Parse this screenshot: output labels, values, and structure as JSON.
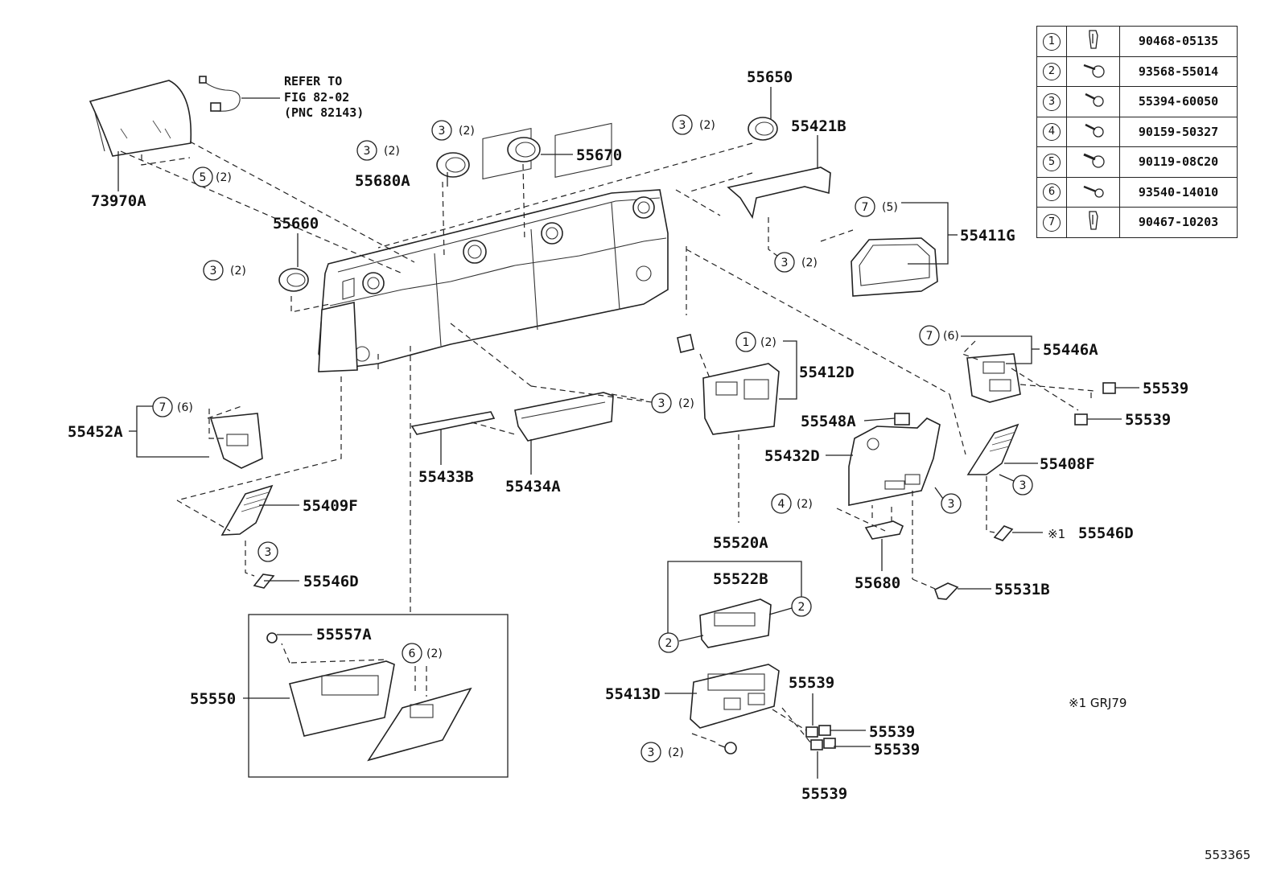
{
  "legend": [
    {
      "num": "1",
      "part": "90468-05135",
      "icon": "clip-icon"
    },
    {
      "num": "2",
      "part": "93568-55014",
      "icon": "screw-icon"
    },
    {
      "num": "3",
      "part": "55394-60050",
      "icon": "screw-icon"
    },
    {
      "num": "4",
      "part": "90159-50327",
      "icon": "screw-icon"
    },
    {
      "num": "5",
      "part": "90119-08C20",
      "icon": "bolt-icon"
    },
    {
      "num": "6",
      "part": "93540-14010",
      "icon": "screw-icon"
    },
    {
      "num": "7",
      "part": "90467-10203",
      "icon": "clip-icon"
    }
  ],
  "refer_note": {
    "line1": "REFER TO",
    "line2": "FIG 82-02",
    "line3": "(PNC 82143)"
  },
  "parts": {
    "p73970A": "73970A",
    "p55650": "55650",
    "p55670": "55670",
    "p55680A": "55680A",
    "p55421B": "55421B",
    "p55411G": "55411G",
    "p55660": "55660",
    "p55446A": "55446A",
    "p55539a": "55539",
    "p55539b": "55539",
    "p55412D": "55412D",
    "p55548A": "55548A",
    "p55432D": "55432D",
    "p55408F": "55408F",
    "p55546D_r": "55546D",
    "p55452A": "55452A",
    "p55433B": "55433B",
    "p55434A": "55434A",
    "p55409F": "55409F",
    "p55546D_l": "55546D",
    "p55520A": "55520A",
    "p55522B": "55522B",
    "p55680": "55680",
    "p55531B": "55531B",
    "p55557A": "55557A",
    "p55550": "55550",
    "p55413D": "55413D",
    "p55539c": "55539",
    "p55539d": "55539",
    "p55539e": "55539",
    "p55539f": "55539"
  },
  "callouts": {
    "c5_73970": {
      "n": "5",
      "q": "(2)"
    },
    "c3_55670": {
      "n": "3",
      "q": "(2)"
    },
    "c3_55680A": {
      "n": "3",
      "q": "(2)"
    },
    "c3_55650": {
      "n": "3",
      "q": "(2)"
    },
    "c3_55660": {
      "n": "3",
      "q": "(2)"
    },
    "c7_55411G": {
      "n": "7",
      "q": "(5)"
    },
    "c3_55421B": {
      "n": "3",
      "q": "(2)"
    },
    "c1_55412D": {
      "n": "1",
      "q": "(2)"
    },
    "c3_55434A": {
      "n": "3",
      "q": "(2)"
    },
    "c7_55446A": {
      "n": "7",
      "q": "(6)"
    },
    "c7_55452A": {
      "n": "7",
      "q": "(6)"
    },
    "c3_55408F": {
      "n": "3",
      "q": ""
    },
    "c3_55432D": {
      "n": "3",
      "q": ""
    },
    "c4_55680": {
      "n": "4",
      "q": "(2)"
    },
    "c3_55409F": {
      "n": "3",
      "q": ""
    },
    "c2_left": {
      "n": "2",
      "q": ""
    },
    "c2_right": {
      "n": "2",
      "q": ""
    },
    "c6_55550": {
      "n": "6",
      "q": "(2)"
    },
    "c3_55413D": {
      "n": "3",
      "q": "(2)"
    }
  },
  "notes": {
    "mark_ref": "※1",
    "footnote": "※1  GRJ79",
    "diagram_id": "553365"
  }
}
